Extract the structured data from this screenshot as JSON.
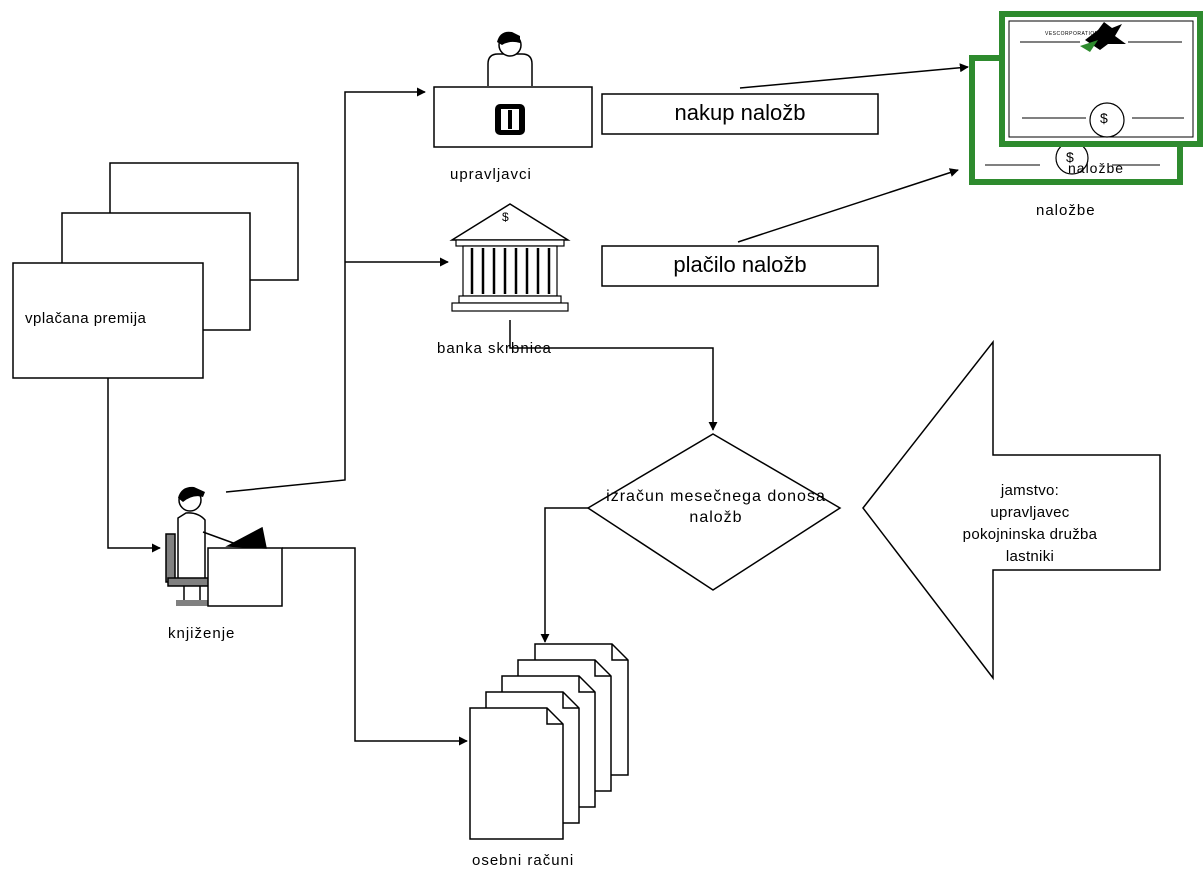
{
  "nodes": {
    "premium": "vplačana premija",
    "managers": "upravljavci",
    "bank": "banka skrbnica",
    "booking": "knjiženje",
    "investments": "naložbe",
    "certificate_overlap": "naložbe",
    "calculation": "izračun mesečnega donosa naložb",
    "accounts": "osebni računi",
    "guarantee_title": "jamstvo:",
    "guarantee_lines": [
      "upravljavec",
      "pokojninska družba",
      "lastniki"
    ]
  },
  "flows": {
    "buy": "nakup naložb",
    "pay": "plačilo naložb"
  },
  "certificate": {
    "company": "VESCORPORATION",
    "currency": "$"
  },
  "bank_symbol": "$",
  "colors": {
    "certificate_green": "#2e8b2e",
    "line": "#000000",
    "figure_gray": "#808080"
  }
}
